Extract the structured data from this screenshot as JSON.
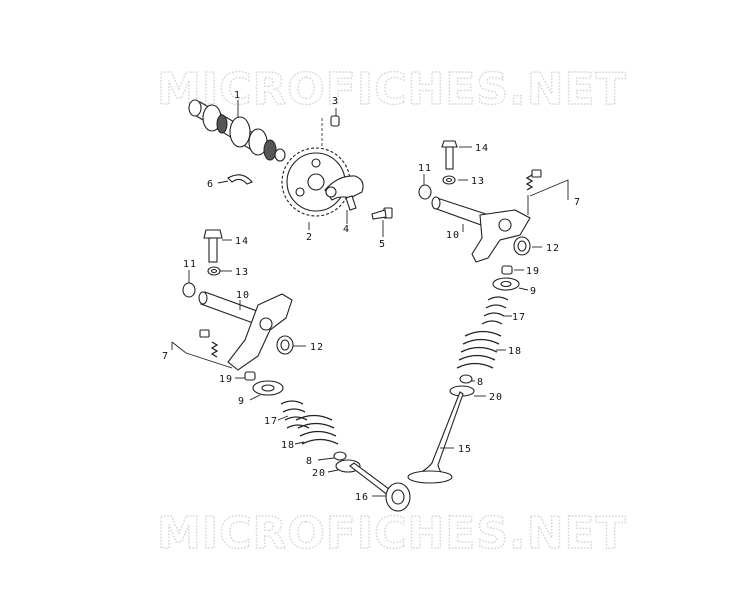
{
  "watermark": {
    "top": "MICROFICHES.NET",
    "bottom": "MICROFICHES.NET"
  },
  "labels": {
    "p1": "1",
    "p2": "2",
    "p3": "3",
    "p4": "4",
    "p5": "5",
    "p6": "6",
    "p7_right": "7",
    "p7_left": "7",
    "p8_right": "8",
    "p8_left": "8",
    "p9_right": "9",
    "p9_left": "9",
    "p10_right": "10",
    "p10_left": "10",
    "p11_right": "11",
    "p11_left": "11",
    "p12_right": "12",
    "p12_left": "12",
    "p13_right": "13",
    "p13_left": "13",
    "p14_right": "14",
    "p14_left": "14",
    "p15": "15",
    "p16": "16",
    "p17_right": "17",
    "p17_left": "17",
    "p18_right": "18",
    "p18_left": "18",
    "p19_right": "19",
    "p19_left": "19",
    "p20_right": "20",
    "p20_left": "20"
  }
}
